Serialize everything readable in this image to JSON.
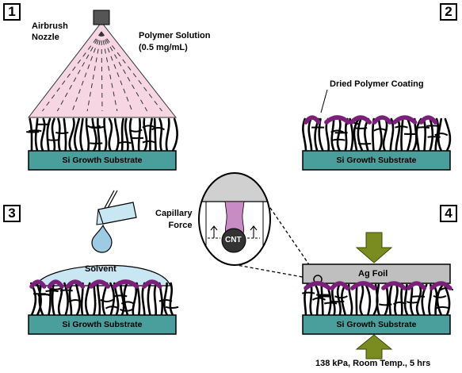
{
  "steps": [
    "1",
    "2",
    "3",
    "4"
  ],
  "labels": {
    "nozzle": "Airbrush\nNozzle",
    "polymer_solution": "Polymer Solution\n(0.5 mg/mL)",
    "dried_coating": "Dried Polymer Coating",
    "solvent": "Solvent",
    "capillary": "Capillary\nForce",
    "cnt": "CNT",
    "foil": "Ag Foil",
    "substrate": "Si Growth Substrate",
    "conditions": "138 kPa, Room Temp., 5 hrs"
  },
  "colors": {
    "substrate": "#4a9e9b",
    "polymer": "#7b1f7a",
    "spray": "#f6d6e2",
    "solvent": "#c9e7f2",
    "foil": "#bfbfbf",
    "arrow": "#7a8c1f",
    "cnt": "#333333",
    "nozzle": "#555555"
  }
}
